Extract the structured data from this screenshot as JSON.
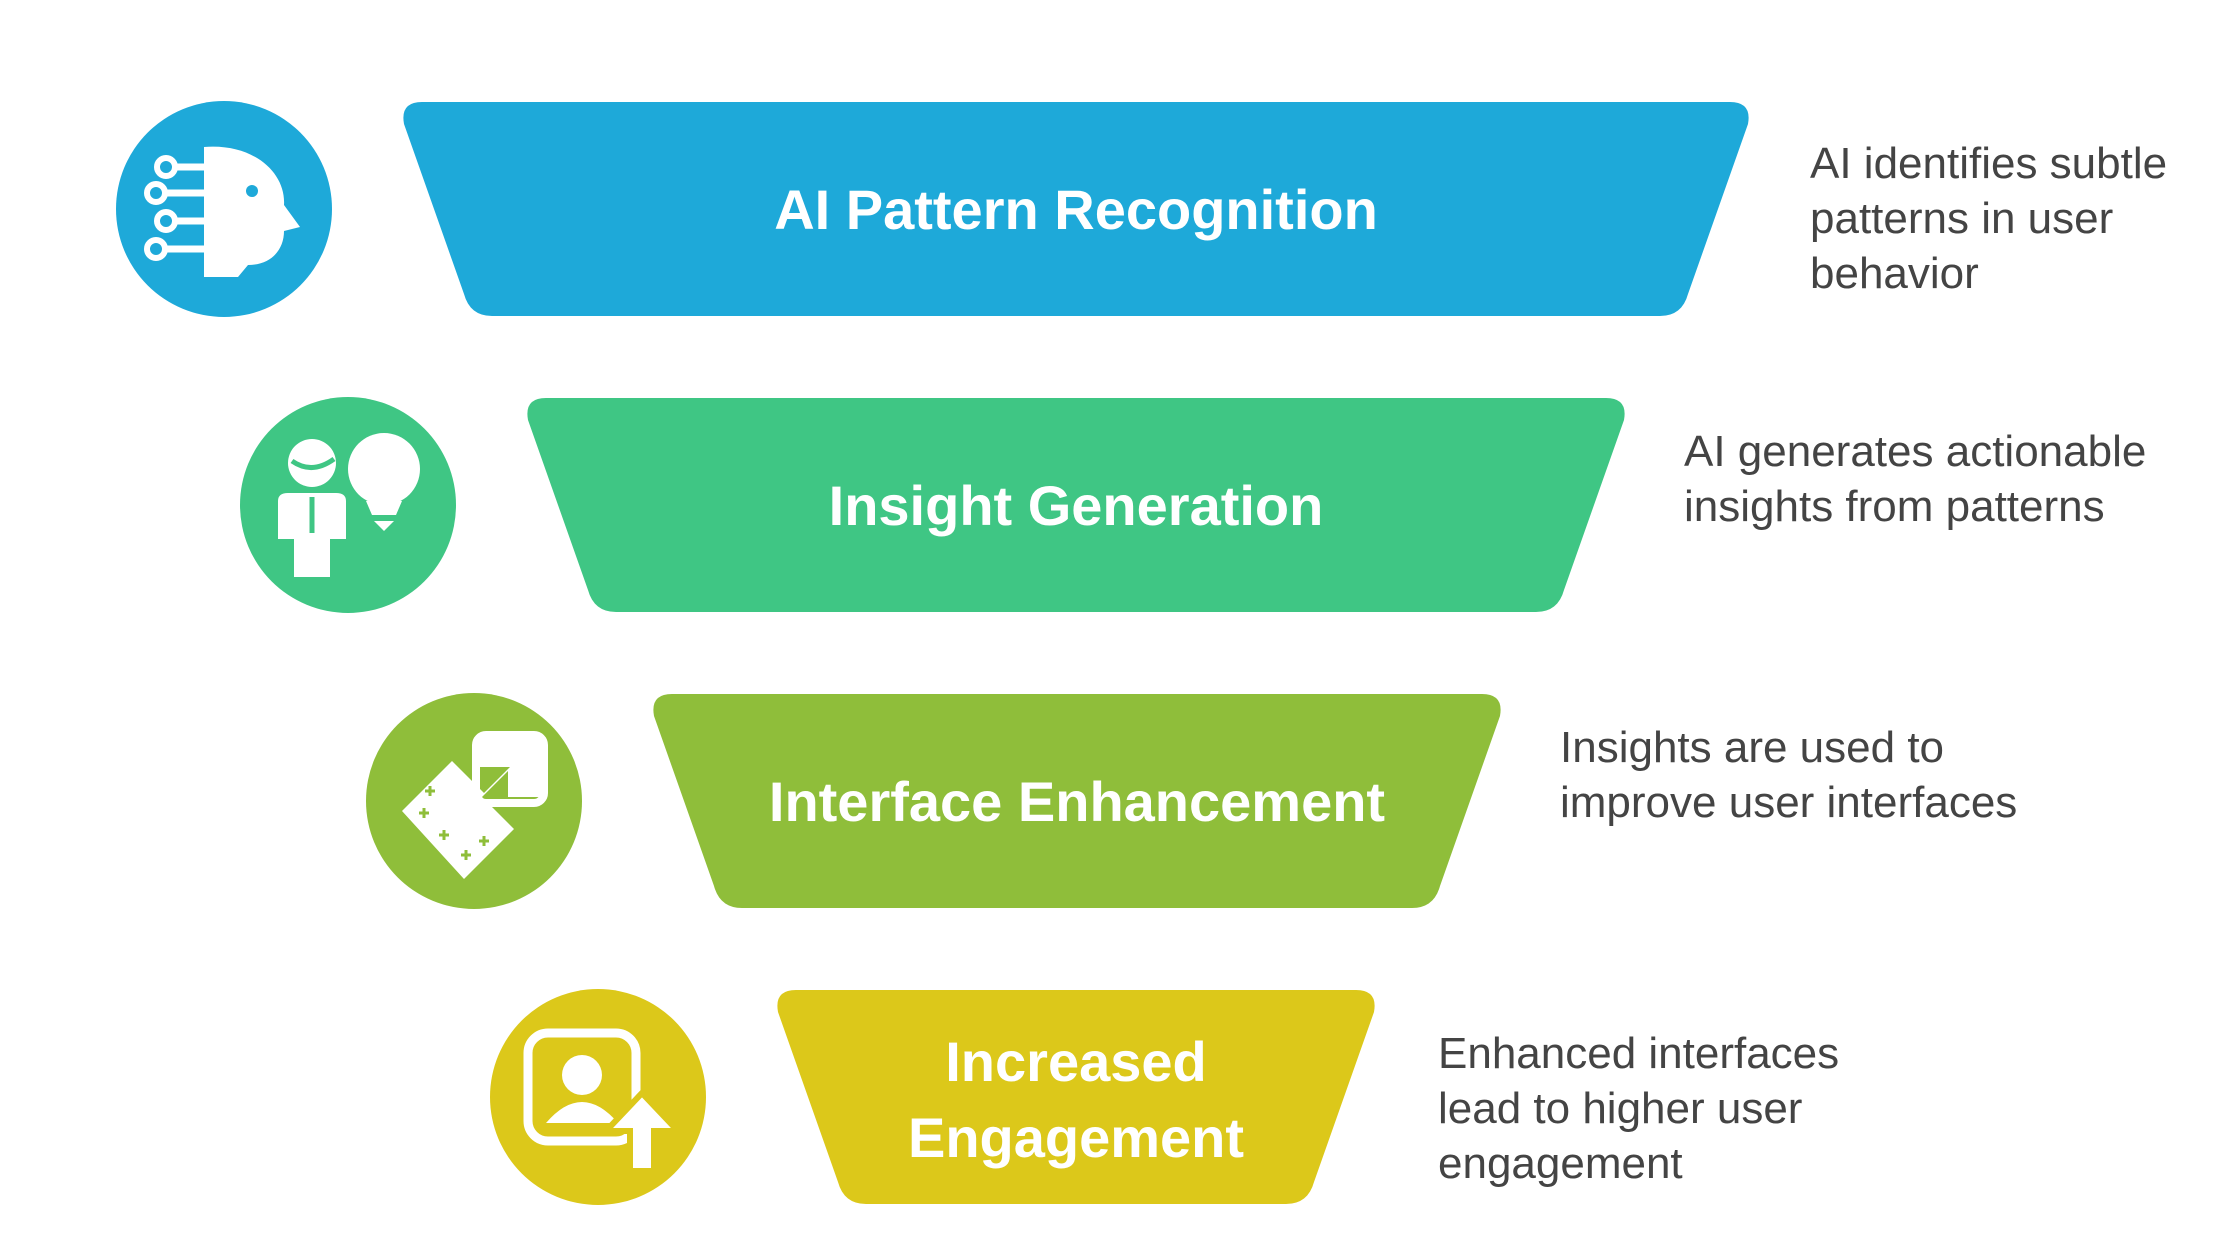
{
  "diagram": {
    "type": "funnel",
    "stages": [
      {
        "title": "AI Pattern Recognition",
        "description": "AI identifies subtle patterns in user behavior",
        "color": "#1EA9D9",
        "icon": "ai-head-icon"
      },
      {
        "title": "Insight Generation",
        "description": "AI generates actionable insights from patterns",
        "color": "#3FC684",
        "icon": "person-lightbulb-icon"
      },
      {
        "title": "Interface Enhancement",
        "description": "Insights are used to improve user interfaces",
        "color": "#8FBE3A",
        "icon": "expand-arrow-icon"
      },
      {
        "title": "Increased Engagement",
        "description": "Enhanced interfaces lead to higher user engagement",
        "color": "#DCC81A",
        "icon": "user-growth-icon"
      }
    ]
  }
}
